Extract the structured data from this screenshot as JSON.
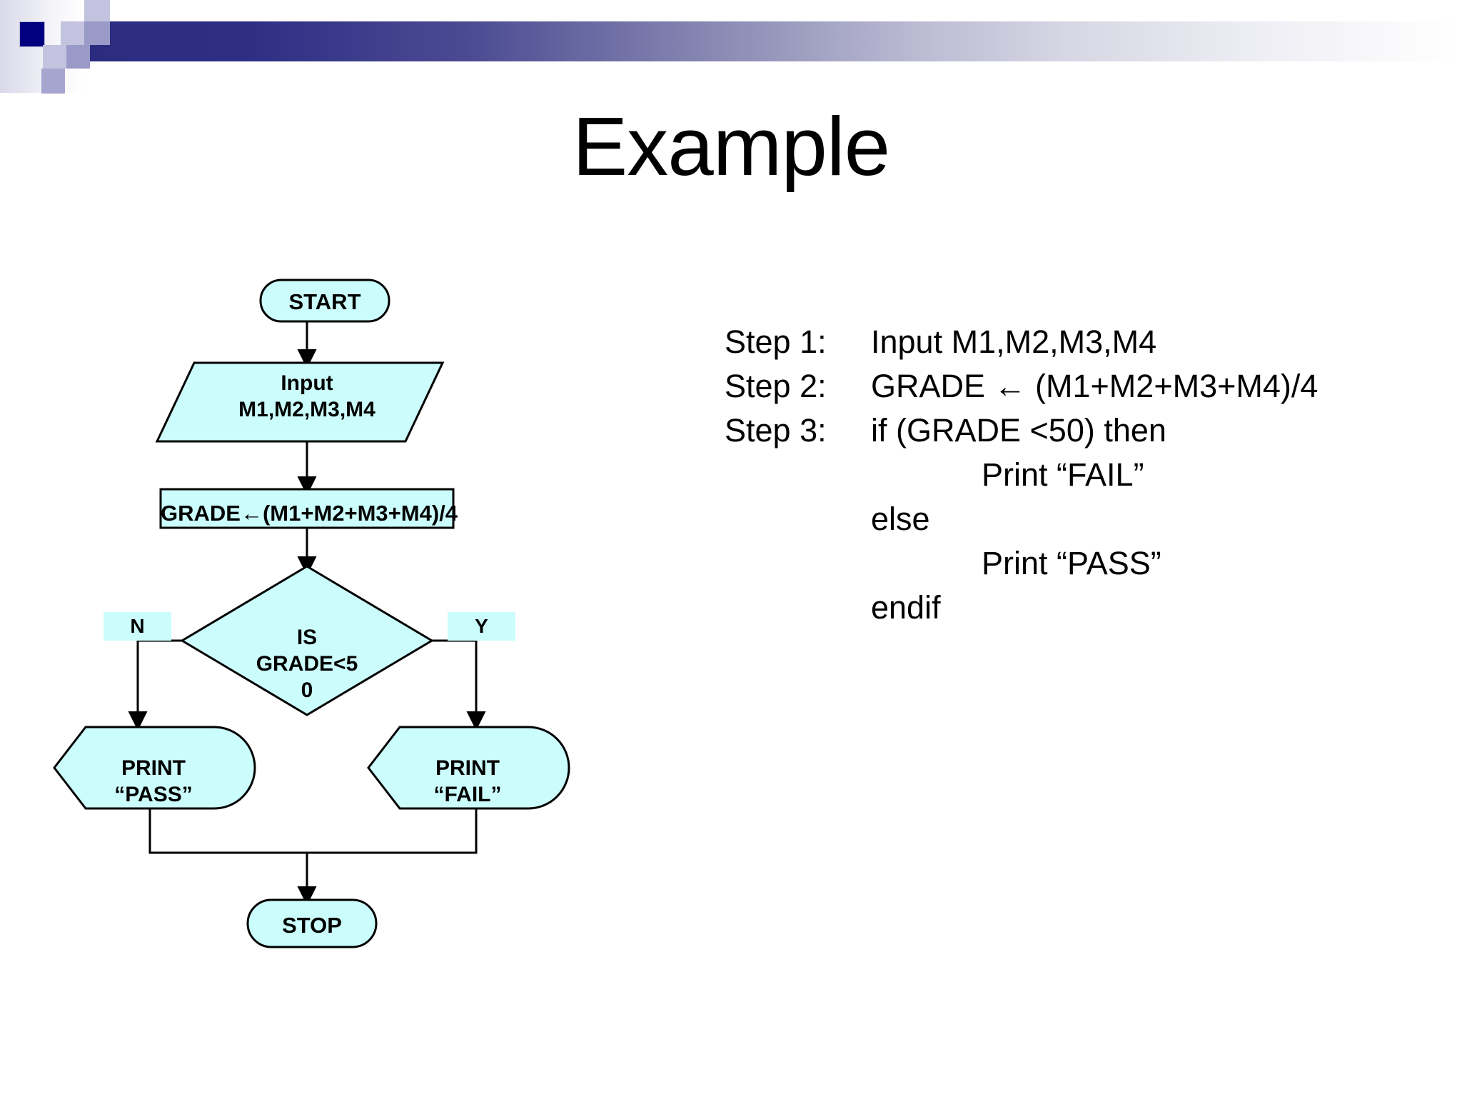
{
  "slide": {
    "title": "Example",
    "background": "#ffffff"
  },
  "header": {
    "accent_dark": "#2b2b80",
    "accent_navy": "#000080",
    "accent_lavender": "#9a9ac8",
    "accent_light": "#c3c3e0"
  },
  "flowchart": {
    "fill": "#ccfdfd",
    "stroke": "#000000",
    "nodes": {
      "start": {
        "label": "START",
        "shape": "terminator"
      },
      "input": {
        "line1": "Input",
        "line2": "M1,M2,M3,M4",
        "shape": "parallelogram"
      },
      "process": {
        "label": "GRADE←(M1+M2+M3+M4)/4",
        "shape": "rectangle"
      },
      "decision": {
        "line1": "IS",
        "line2": "GRADE<5",
        "line3": "0",
        "shape": "diamond"
      },
      "print_pass": {
        "line1": "PRINT",
        "line2": "“PASS”",
        "shape": "display"
      },
      "print_fail": {
        "line1": "PRINT",
        "line2": "“FAIL”",
        "shape": "display"
      },
      "stop": {
        "label": "STOP",
        "shape": "terminator"
      }
    },
    "branch_labels": {
      "no": "N",
      "yes": "Y"
    }
  },
  "pseudocode": {
    "lines": [
      {
        "step": "Step 1:",
        "body": "Input M1,M2,M3,M4"
      },
      {
        "step": "Step 2:",
        "body": "GRADE ← (M1+M2+M3+M4)/4"
      },
      {
        "step": "Step 3:",
        "body": "if (GRADE <50) then"
      }
    ],
    "then_branch": "Print “FAIL”",
    "else_keyword": "else",
    "else_branch": "Print “PASS”",
    "endif_keyword": "endif"
  }
}
